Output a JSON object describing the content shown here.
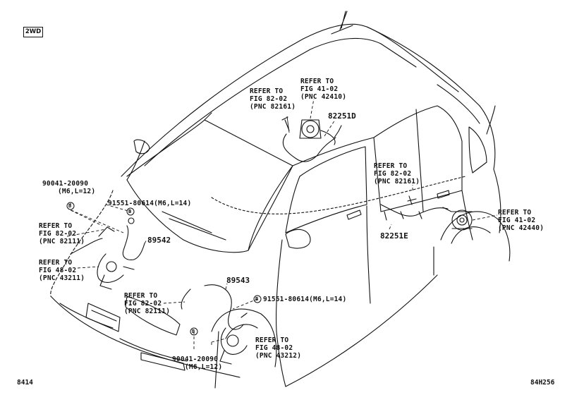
{
  "badge": "2WD",
  "parts": {
    "p82251D": "82251D",
    "p82251E": "82251E",
    "p89542": "89542",
    "p89543": "89543"
  },
  "callouts": {
    "c1": [
      "REFER TO",
      "FIG 82-02",
      "(PNC 82161)"
    ],
    "c2": [
      "REFER TO",
      "FIG 41-02",
      "(PNC 42410)"
    ],
    "c3": [
      "REFER TO",
      "FIG 82-02",
      "(PNC 82161)"
    ],
    "c4": [
      "REFER TO",
      "FIG 41-02",
      "(PNC 42440)"
    ],
    "c5": [
      "REFER TO",
      "FIG 82-02",
      "(PNC 82111)"
    ],
    "c6": [
      "REFER TO",
      "FIG 48-02",
      "(PNC 43211)"
    ],
    "c7": [
      "REFER TO",
      "FIG 82-02",
      "(PNC 82111)"
    ],
    "c8": [
      "REFER TO",
      "FIG 48-02",
      "(PNC 43212)"
    ]
  },
  "fasteners": {
    "f1": [
      "90041-20090",
      "(M6,L=12)"
    ],
    "f2": "91551-80614(M6,L=14)",
    "f3": "91551-80614(M6,L=14)",
    "f4": [
      "90041-20090",
      "(M6,L=12)"
    ],
    "marker": "B"
  },
  "footer": {
    "left_code": "8414",
    "right_code": "84H256"
  }
}
